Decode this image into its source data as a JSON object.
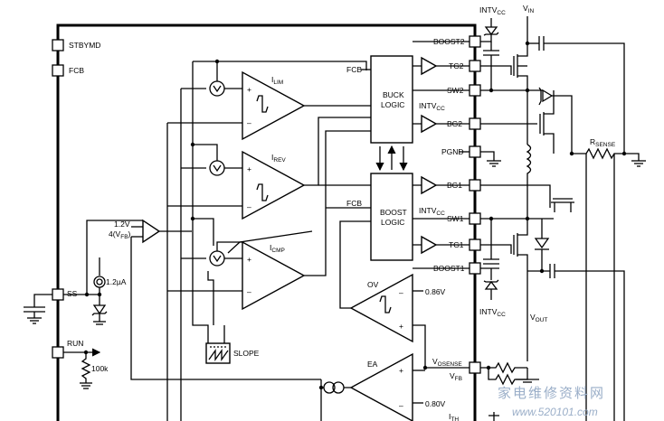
{
  "pins_left": {
    "stbymd": "STBYMD",
    "fcb": "FCB",
    "ss": "SS",
    "run": "RUN"
  },
  "pins_right": {
    "boost2": "BOOST2",
    "tg2": "TG2",
    "sw2": "SW2",
    "bg2": "BG2",
    "pgnd": "PGND",
    "bg1": "BG1",
    "sw1": "SW1",
    "tg1": "TG1",
    "boost1": "BOOST1",
    "vosense_main": "V",
    "vosense_sub": "OSENSE",
    "ith_main": "I",
    "ith_sub": "TH"
  },
  "comparators": {
    "ilim_main": "I",
    "ilim_sub": "LIM",
    "irev_main": "I",
    "irev_sub": "REV",
    "icmp_main": "I",
    "icmp_sub": "CMP",
    "ov": "OV",
    "ea": "EA",
    "plus": "+",
    "minus": "–"
  },
  "logic": {
    "buck_line1": "BUCK",
    "buck_line2": "LOGIC",
    "boost_line1": "BOOST",
    "boost_line2": "LOGIC",
    "fcb_buck": "FCB",
    "fcb_boost": "FCB"
  },
  "sources": {
    "ss_current": "1.2µA",
    "run_resistor": "100k",
    "clamp_1v2": "1.2V",
    "clamp_4vfb_main": "4(V",
    "clamp_4vfb_sub": "FB",
    "clamp_4vfb_end": ")",
    "slope": "SLOPE",
    "ov_ref": "0.86V",
    "ea_ref": "0.80V"
  },
  "external": {
    "intvcc_main": "INTV",
    "intvcc_sub": "CC",
    "vin_main": "V",
    "vin_sub": "IN",
    "vout_main": "V",
    "vout_sub": "OUT",
    "vfb_main": "V",
    "vfb_sub": "FB",
    "rsense_main": "R",
    "rsense_sub": "SENSE"
  },
  "watermark": {
    "cn": "家电维修资料网",
    "url": "www.520101.com"
  }
}
